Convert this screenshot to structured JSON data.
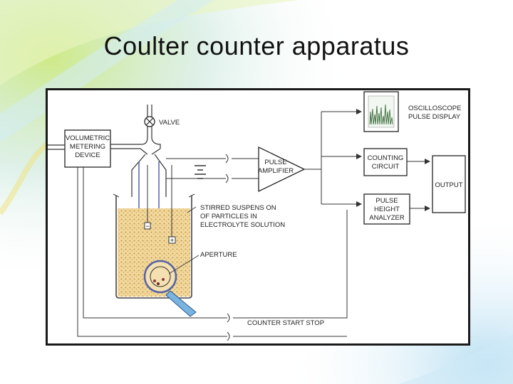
{
  "title": "Coulter counter apparatus",
  "diagram": {
    "labels": {
      "volumetric_line1": "VOLUMETRIC",
      "volumetric_line2": "METERING",
      "volumetric_line3": "DEVICE",
      "valve": "VALVE",
      "pulse_amp_line1": "PULSE",
      "pulse_amp_line2": "AMPLIFIER",
      "oscilloscope_line1": "OSCILLOSCOPE",
      "oscilloscope_line2": "PULSE DISPLAY",
      "counting_line1": "COUNTING",
      "counting_line2": "CIRCUIT",
      "pha_line1": "PULSE",
      "pha_line2": "HEIGHT",
      "pha_line3": "ANALYZER",
      "output": "OUTPUT",
      "suspension_line1": "STIRRED SUSPENS ON",
      "suspension_line2": "OF PARTICLES IN",
      "suspension_line3": "ELECTROLYTE SOLUTION",
      "aperture": "APERTURE",
      "counter_start_stop": "COUNTER START STOP",
      "minus_sign": "−",
      "plus_sign": "+"
    }
  }
}
